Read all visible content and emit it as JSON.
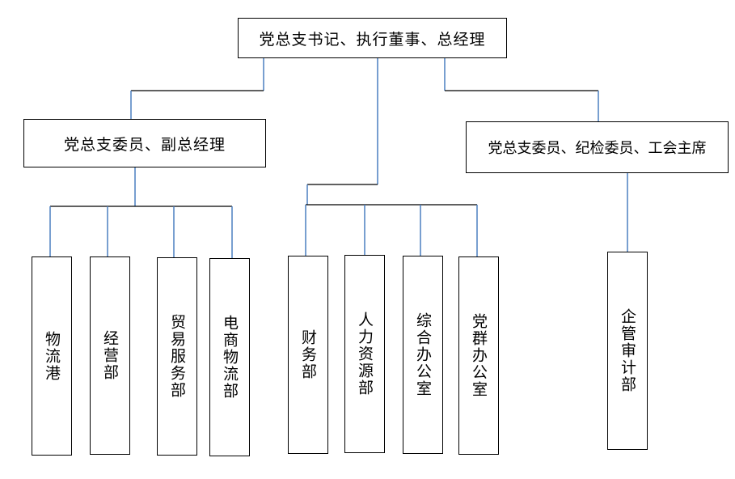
{
  "diagram": {
    "top": "党总支书记、执行董事、总经理",
    "left": "党总支委员、副总经理",
    "right": "党总支委员、纪检委员、工会主席",
    "left_depts": [
      "物流港",
      "经营部",
      "贸易服务部",
      "电商物流部"
    ],
    "center_depts": [
      "财务部",
      "人力资源部",
      "综合办公室",
      "党群办公室"
    ],
    "right_depts": [
      "企管审计部"
    ]
  },
  "colors": {
    "black_line": "#000000",
    "blue_line": "#4a7fc0",
    "border": "#000000"
  }
}
